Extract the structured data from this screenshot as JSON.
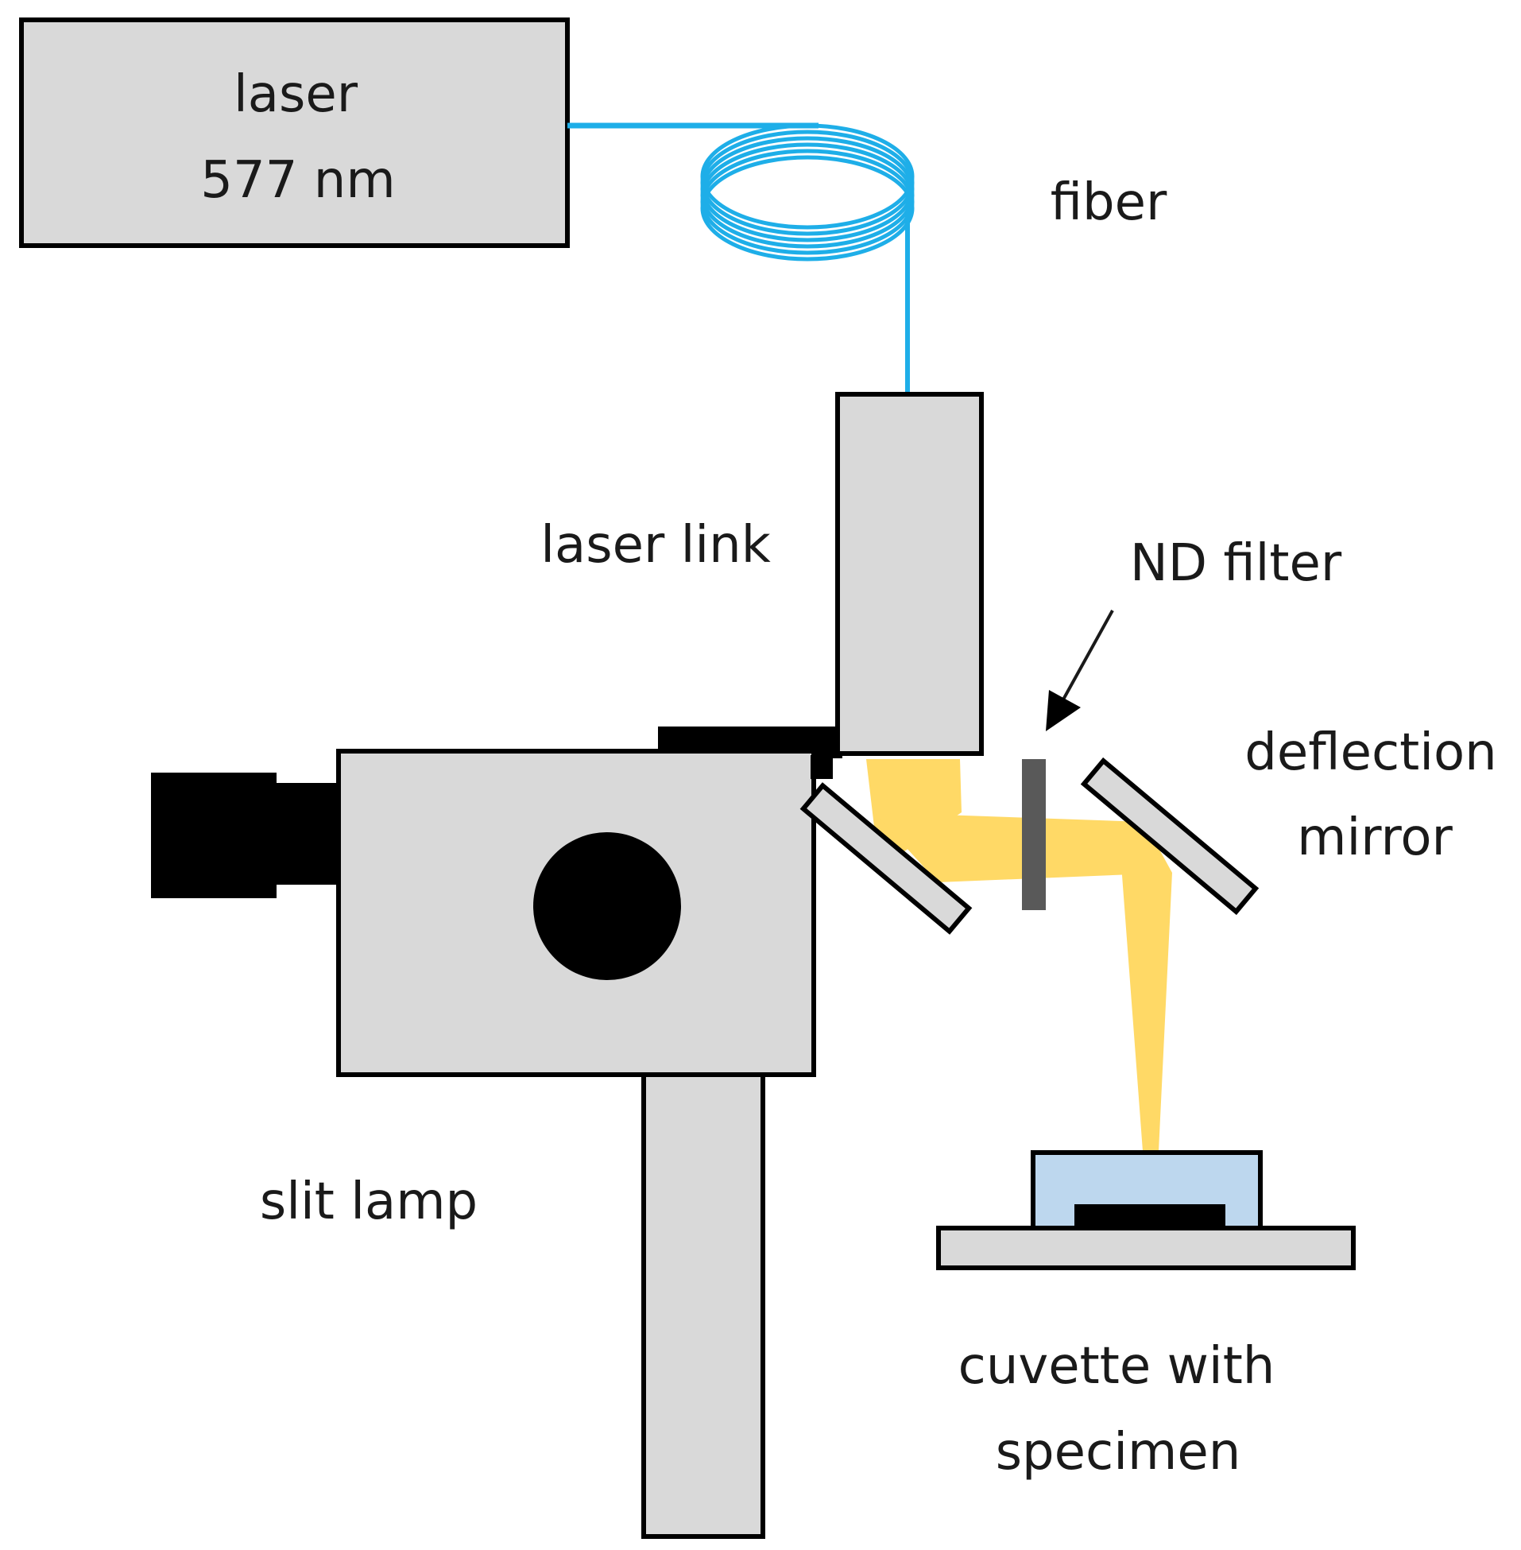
{
  "labels": {
    "laser_line1": "laser",
    "laser_line2": "577 nm",
    "fiber": "fiber",
    "laser_link": "laser link",
    "nd_filter": "ND filter",
    "deflection_line1": "deflection",
    "deflection_line2": "mirror",
    "slit_lamp": "slit lamp",
    "cuvette_line1": "cuvette with",
    "cuvette_line2": "specimen"
  },
  "colors": {
    "component_fill": "#d9d9d9",
    "fiber": "#1eaee8",
    "beam": "#ffd966",
    "cuvette_fill": "#bdd7ee",
    "nd_filter": "#595959"
  }
}
